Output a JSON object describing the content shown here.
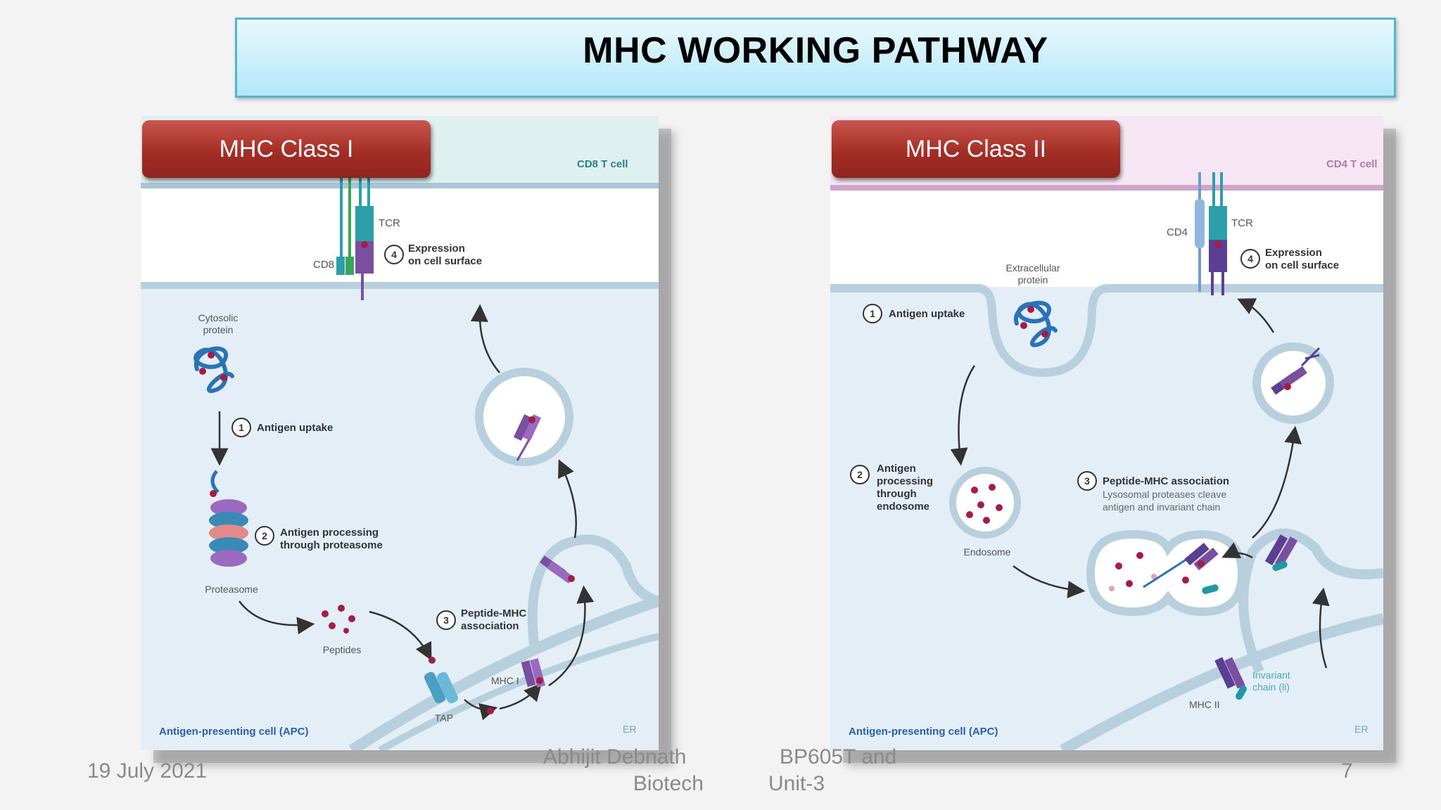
{
  "slide": {
    "title": "MHC WORKING PATHWAY",
    "page_number": "7"
  },
  "footer": {
    "date": "19 July 2021",
    "author_line1": "Abhijit  Debnath",
    "author_line2": "Biotech",
    "course_line1": "BP605T and",
    "course_line2": "Unit-3"
  },
  "panel_class1": {
    "heading": "MHC Class I",
    "t_cell": "CD8 T cell",
    "coreceptor": "CD8",
    "tcr": "TCR",
    "step4_num": "4",
    "step4_line1": "Expression",
    "step4_line2": "on cell surface",
    "cytosolic_line1": "Cytosolic",
    "cytosolic_line2": "protein",
    "step1_num": "1",
    "step1": "Antigen uptake",
    "step2_num": "2",
    "step2_line1": "Antigen processing",
    "step2_line2": "through proteasome",
    "proteasome": "Proteasome",
    "peptides": "Peptides",
    "step3_num": "3",
    "step3_line1": "Peptide-MHC",
    "step3_line2": "association",
    "mhc": "MHC I",
    "tap": "TAP",
    "apc": "Antigen-presenting cell (APC)",
    "er": "ER"
  },
  "panel_class2": {
    "heading": "MHC Class II",
    "t_cell": "CD4 T cell",
    "coreceptor": "CD4",
    "tcr": "TCR",
    "step4_num": "4",
    "step4_line1": "Expression",
    "step4_line2": "on cell surface",
    "extracellular_line1": "Extracellular",
    "extracellular_line2": "protein",
    "step1_num": "1",
    "step1": "Antigen uptake",
    "step2_num": "2",
    "step2_line1": "Antigen",
    "step2_line2": "processing",
    "step2_line3": "through",
    "step2_line4": "endosome",
    "endosome": "Endosome",
    "step3_num": "3",
    "step3_line1": "Peptide-MHC association",
    "step3_line2": "Lysosomal proteases cleave",
    "step3_line3": "antigen and invariant chain",
    "invariant_line1": "Invariant",
    "invariant_line2": "chain (li)",
    "mhc": "MHC II",
    "apc": "Antigen-presenting cell (APC)",
    "er": "ER"
  },
  "colors": {
    "title_border": "#4fb8cf",
    "tab_red": "#a32e26",
    "membrane": "#a9c6d6",
    "cell_fill": "#e4eef7",
    "tcell_fill1": "#dff0f0",
    "tcell_fill2": "#f6e6f3",
    "peptide": "#a51c45",
    "mhc_purple": "#7a4fa0",
    "tcr_teal": "#2c9fa8",
    "arrow": "#333333"
  }
}
